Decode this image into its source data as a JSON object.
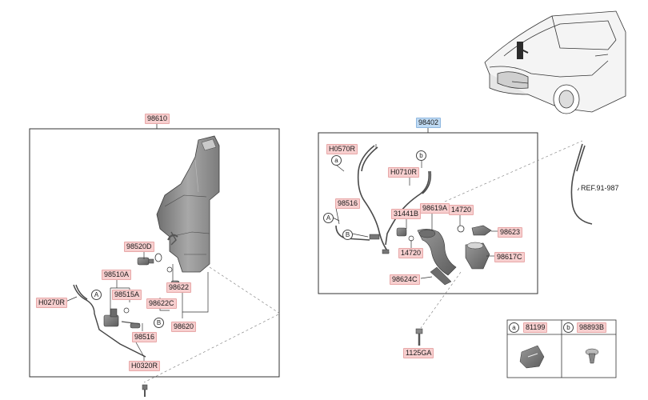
{
  "box_left": {
    "title": "98610",
    "parts": [
      "98520D",
      "98510A",
      "98515A",
      "98622",
      "98622C",
      "98620",
      "H0270R",
      "98516",
      "H0320R"
    ],
    "callouts": [
      "A",
      "B"
    ]
  },
  "box_right": {
    "title": "98402",
    "parts": [
      "H0570R",
      "H0710R",
      "98516",
      "31441B",
      "98619A",
      "14720",
      "98623",
      "14720",
      "98617C",
      "98624C"
    ],
    "callouts": [
      "a",
      "b",
      "A",
      "B"
    ]
  },
  "outside": {
    "ref": "REF.91-987",
    "bolt": "1125GA"
  },
  "legend": {
    "a_key": "a",
    "a_part": "81199",
    "b_key": "b",
    "b_part": "98893B"
  },
  "colors": {
    "part_label_bg": "#f7cfcf",
    "title_highlight_bg": "#bfdaf3",
    "part_fill": "#8a8a8a",
    "line": "#333333"
  }
}
